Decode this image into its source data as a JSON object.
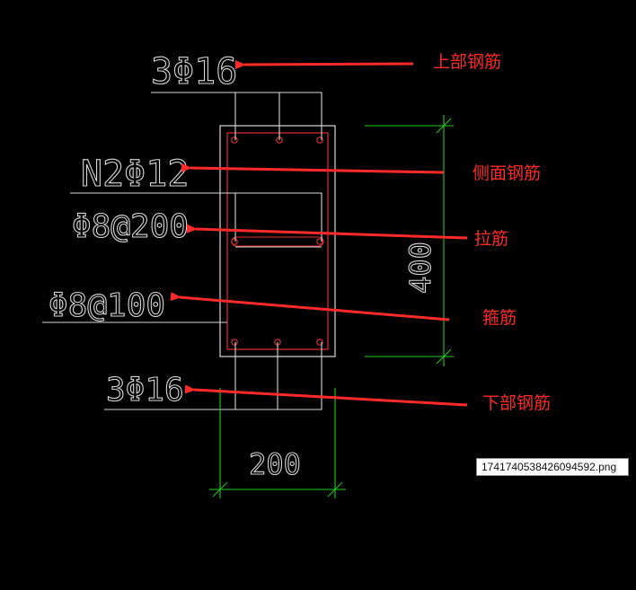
{
  "drawing": {
    "labels": {
      "top_bars": "3Φ16",
      "side_bars": "N2Φ12",
      "tie_bars": "Φ8@200",
      "stirrups": "Φ8@100",
      "bottom_bars": "3Φ16"
    },
    "dimensions": {
      "height": "400",
      "width": "200"
    }
  },
  "annotations": {
    "top_bars": "上部钢筋",
    "side_bars": "侧面钢筋",
    "tie_bars": "拉筋",
    "stirrups": "箍筋",
    "bottom_bars": "下部钢筋"
  },
  "file_tag": "1741740538426094592.png",
  "colors": {
    "background": "#000000",
    "cad_lines": "#d8d8d8",
    "dimension": "#22cc22",
    "rebar": "#e03030",
    "arrow": "#ff2a2a"
  }
}
